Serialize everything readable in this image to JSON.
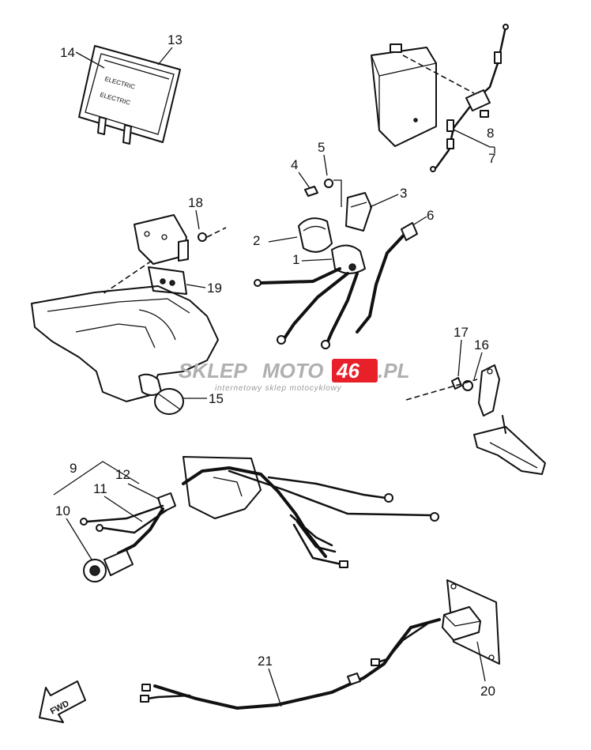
{
  "watermark": {
    "brand_prefix": "SKLEP",
    "brand_middle": "MOTO",
    "brand_number": "46",
    "brand_suffix": ".PL",
    "tagline": "internetowy sklep motocyklowy",
    "colors": {
      "prefix": "#b0b0b0",
      "number_bg": "#e8202a",
      "number_text": "#ffffff"
    }
  },
  "part_labels": {
    "p1": "1",
    "p2": "2",
    "p3": "3",
    "p4": "4",
    "p5": "5",
    "p6": "6",
    "p7": "7",
    "p8": "8",
    "p9": "9",
    "p10": "10",
    "p11": "11",
    "p12": "12",
    "p13": "13",
    "p14": "14",
    "p15": "15",
    "p16": "16",
    "p17": "17",
    "p18": "18",
    "p19": "19",
    "p20": "20",
    "p21": "21"
  },
  "decal_text": {
    "line1": "ELECTRIC",
    "line2": "ELECTRIC"
  },
  "direction_arrow": {
    "label": "FWD"
  }
}
